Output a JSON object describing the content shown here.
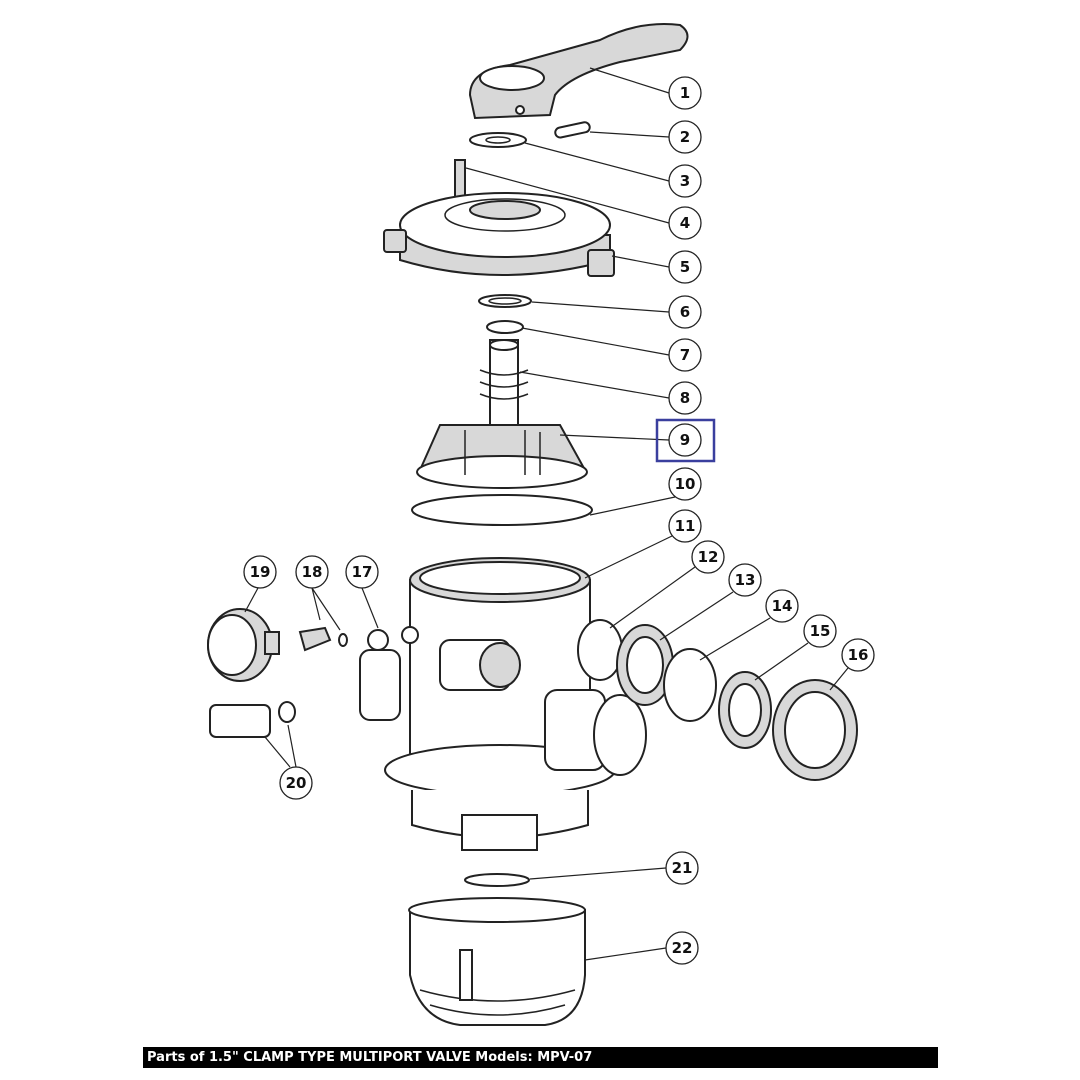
{
  "callouts": {
    "p1": "1",
    "p2": "2",
    "p3": "3",
    "p4": "4",
    "p5": "5",
    "p6": "6",
    "p7": "7",
    "p8": "8",
    "p9": "9",
    "p10": "10",
    "p11": "11",
    "p12": "12",
    "p13": "13",
    "p14": "14",
    "p15": "15",
    "p16": "16",
    "p17": "17",
    "p18": "18",
    "p19": "19",
    "p20": "20",
    "p21": "21",
    "p22": "22"
  },
  "highlighted_callout": "9",
  "highlight_color": "#3a3f9e",
  "caption": "Parts of 1.5\" CLAMP TYPE MULTIPORT VALVE Models: MPV-07"
}
